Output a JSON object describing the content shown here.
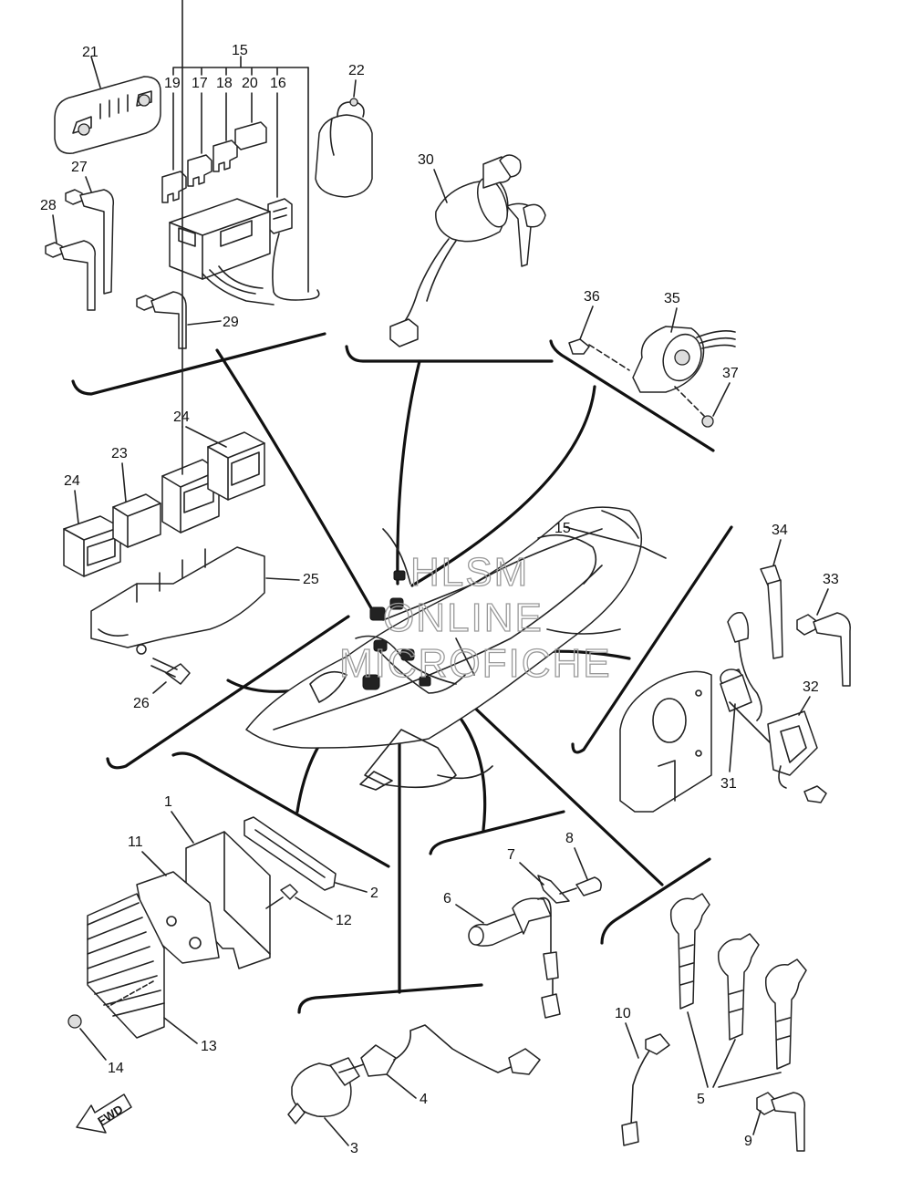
{
  "callouts": [
    {
      "id": "c21",
      "text": "21"
    },
    {
      "id": "c15a",
      "text": "15"
    },
    {
      "id": "c19",
      "text": "19"
    },
    {
      "id": "c17",
      "text": "17"
    },
    {
      "id": "c18",
      "text": "18"
    },
    {
      "id": "c20",
      "text": "20"
    },
    {
      "id": "c16",
      "text": "16"
    },
    {
      "id": "c22",
      "text": "22"
    },
    {
      "id": "c27",
      "text": "27"
    },
    {
      "id": "c28",
      "text": "28"
    },
    {
      "id": "c29",
      "text": "29"
    },
    {
      "id": "c30",
      "text": "30"
    },
    {
      "id": "c36",
      "text": "36"
    },
    {
      "id": "c35",
      "text": "35"
    },
    {
      "id": "c37",
      "text": "37"
    },
    {
      "id": "c24a",
      "text": "24"
    },
    {
      "id": "c23",
      "text": "23"
    },
    {
      "id": "c24b",
      "text": "24"
    },
    {
      "id": "c25",
      "text": "25"
    },
    {
      "id": "c26",
      "text": "26"
    },
    {
      "id": "c15b",
      "text": "15"
    },
    {
      "id": "c34",
      "text": "34"
    },
    {
      "id": "c33",
      "text": "33"
    },
    {
      "id": "c32",
      "text": "32"
    },
    {
      "id": "c31",
      "text": "31"
    },
    {
      "id": "c1",
      "text": "1"
    },
    {
      "id": "c11",
      "text": "11"
    },
    {
      "id": "c2",
      "text": "2"
    },
    {
      "id": "c12",
      "text": "12"
    },
    {
      "id": "c13",
      "text": "13"
    },
    {
      "id": "c14",
      "text": "14"
    },
    {
      "id": "c7",
      "text": "7"
    },
    {
      "id": "c8",
      "text": "8"
    },
    {
      "id": "c6",
      "text": "6"
    },
    {
      "id": "c4",
      "text": "4"
    },
    {
      "id": "c3",
      "text": "3"
    },
    {
      "id": "c10",
      "text": "10"
    },
    {
      "id": "c5",
      "text": "5"
    },
    {
      "id": "c9",
      "text": "9"
    }
  ],
  "watermark": [
    "HLSM",
    "ONLINE",
    "MICROFICHE"
  ],
  "fwd_label": "FWD"
}
